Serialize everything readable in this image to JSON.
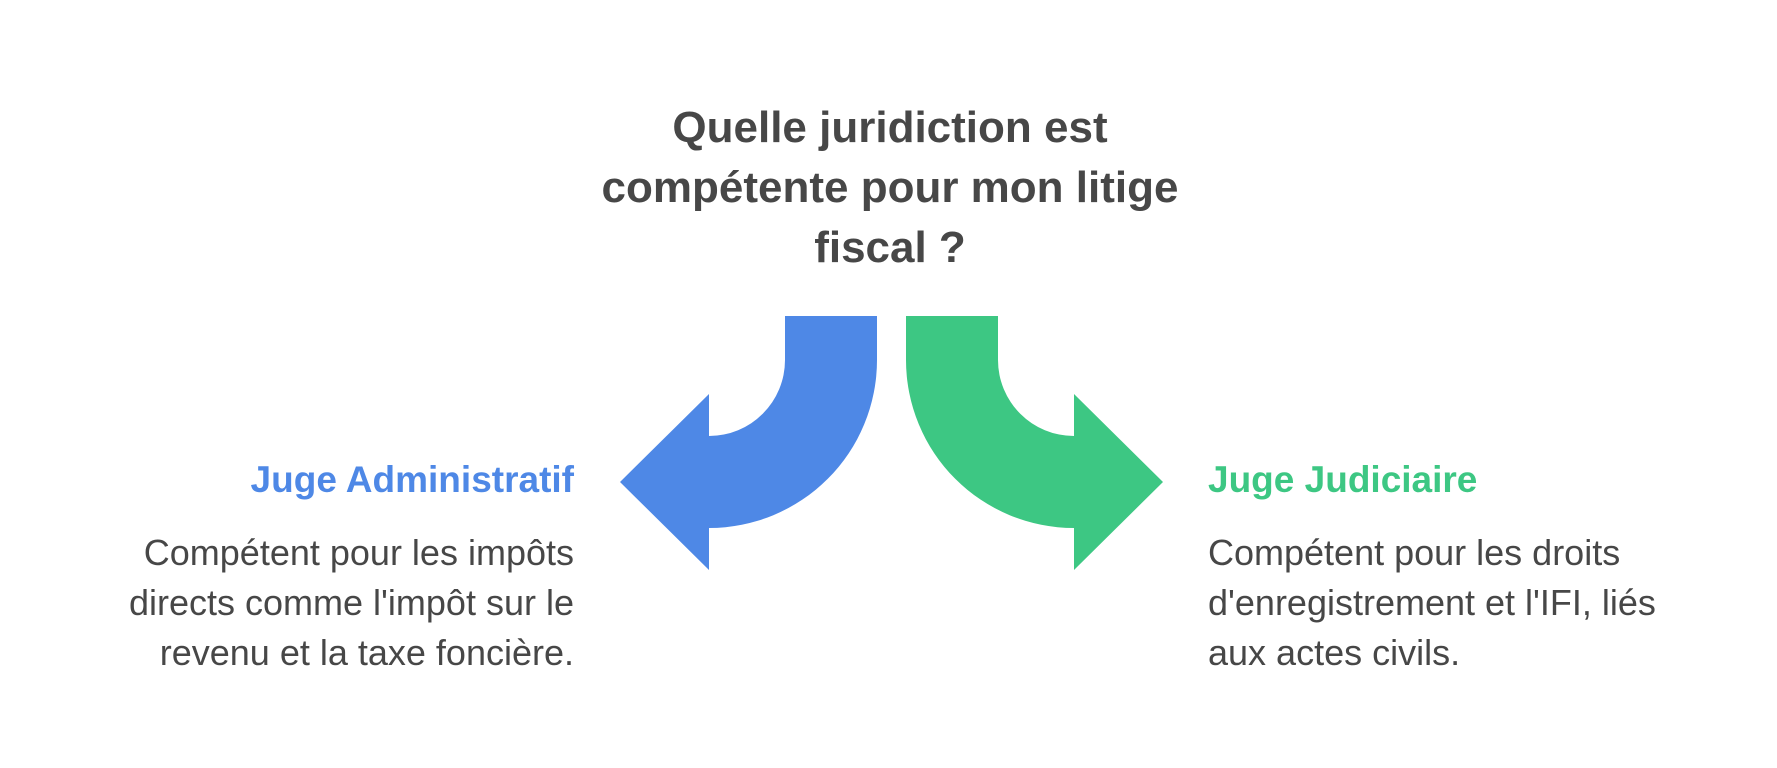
{
  "question": "Quelle juridiction est\ncompétente pour mon litige\nfiscal ?",
  "options": [
    {
      "title": "Juge Administratif",
      "description": "Compétent pour les impôts\ndirects comme l'impôt sur le\nrevenu et la taxe foncière.",
      "color": "#4E88E6"
    },
    {
      "title": "Juge Judiciaire",
      "description": "Compétent pour les droits\nd'enregistrement et l'IFI, liés\naux actes civils.",
      "color": "#3DC783"
    }
  ]
}
